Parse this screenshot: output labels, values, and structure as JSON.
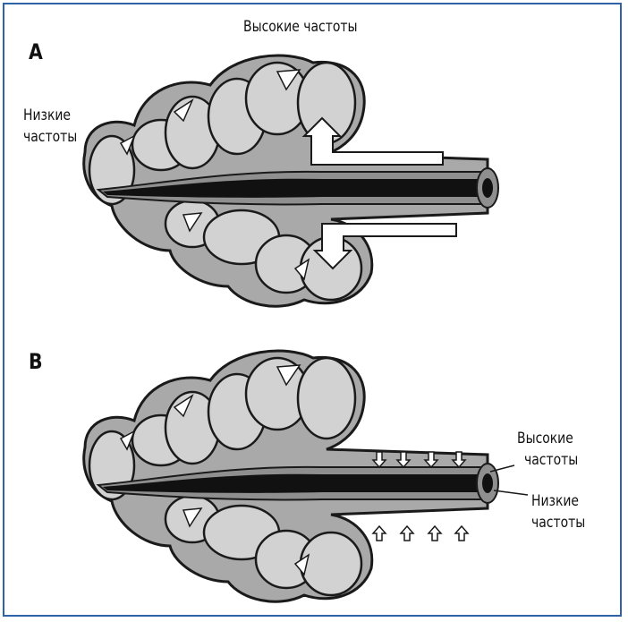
{
  "panel_a": {
    "label": "A",
    "top_label": "Высокие частоты",
    "left_label_line1": "Низкие",
    "left_label_line2": "частоты"
  },
  "panel_b": {
    "label": "B",
    "right_top_line1": "Высокие",
    "right_top_line2": "частоты",
    "right_bottom_line1": "Низкие",
    "right_bottom_line2": "частоты"
  },
  "colors": {
    "frame": "#2f63a8",
    "body_fill": "#a9a9a9",
    "chamber_fill": "#d2d2d2",
    "nerve_core": "#111111",
    "nerve_sheath": "#8f8f8f",
    "outline": "#1a1a1a"
  }
}
